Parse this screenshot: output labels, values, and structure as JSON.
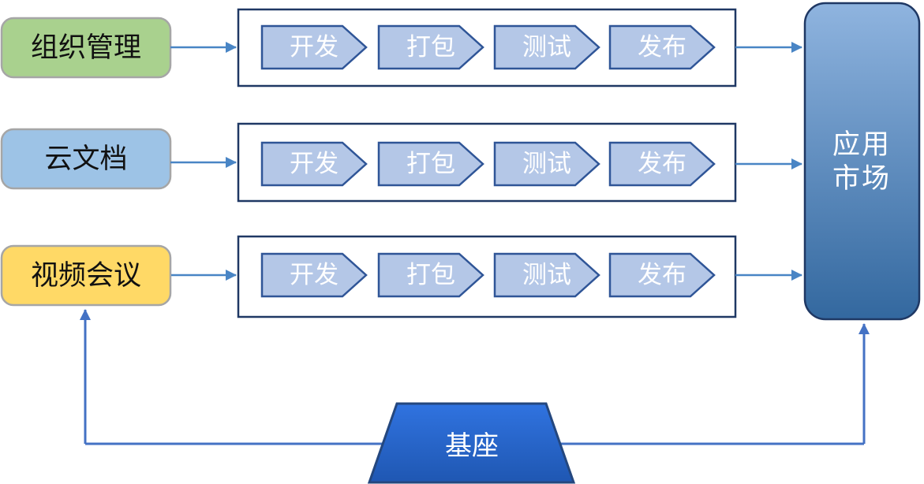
{
  "sources": [
    {
      "label": "组织管理",
      "fill": "#A9D18E"
    },
    {
      "label": "云文档",
      "fill": "#9DC3E6"
    },
    {
      "label": "视频会议",
      "fill": "#FFD966"
    }
  ],
  "pipeline": {
    "rows": [
      {
        "stages": [
          "开发",
          "打包",
          "测试",
          "发布"
        ]
      },
      {
        "stages": [
          "开发",
          "打包",
          "测试",
          "发布"
        ]
      },
      {
        "stages": [
          "开发",
          "打包",
          "测试",
          "发布"
        ]
      }
    ]
  },
  "market": {
    "lines": [
      "应用",
      "市场"
    ]
  },
  "base": {
    "label": "基座"
  },
  "colors": {
    "arrow": "#4985C5",
    "connector": "#4472C4",
    "row_border": "#1F3864",
    "stage_fill": "#B4C7E7",
    "stage_border": "#2F5597",
    "source_border": "#A6A6A6",
    "market_top": "#8FB4DF",
    "market_bottom": "#33689F",
    "market_border": "#1F3864",
    "base_top": "#3073E0",
    "base_bottom": "#1F57B2",
    "base_border": "#24477E"
  }
}
